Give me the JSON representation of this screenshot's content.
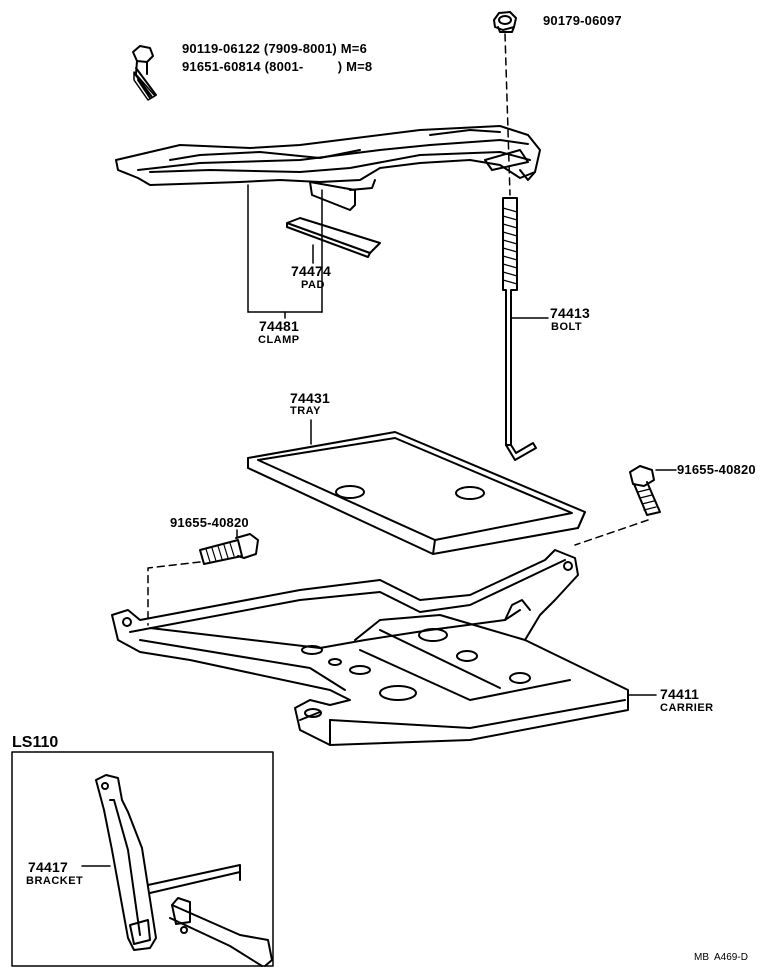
{
  "bolts": {
    "clamp_bolt_line1": "90119-06122 (7909-8001) M=6",
    "clamp_bolt_line2": "91651-60814 (8001-         ) M=8",
    "nut": "90179-06097",
    "carrier_bolt_right": "91655-40820",
    "carrier_bolt_left": "91655-40820"
  },
  "parts": [
    {
      "number": "74474",
      "name": "PAD"
    },
    {
      "number": "74481",
      "name": "CLAMP"
    },
    {
      "number": "74413",
      "name": "BOLT"
    },
    {
      "number": "74431",
      "name": "TRAY"
    },
    {
      "number": "74411",
      "name": "CARRIER"
    },
    {
      "number": "74417",
      "name": "BRACKET"
    }
  ],
  "inset": {
    "title": "LS110"
  },
  "footer": {
    "code": "MB  A469-D"
  }
}
